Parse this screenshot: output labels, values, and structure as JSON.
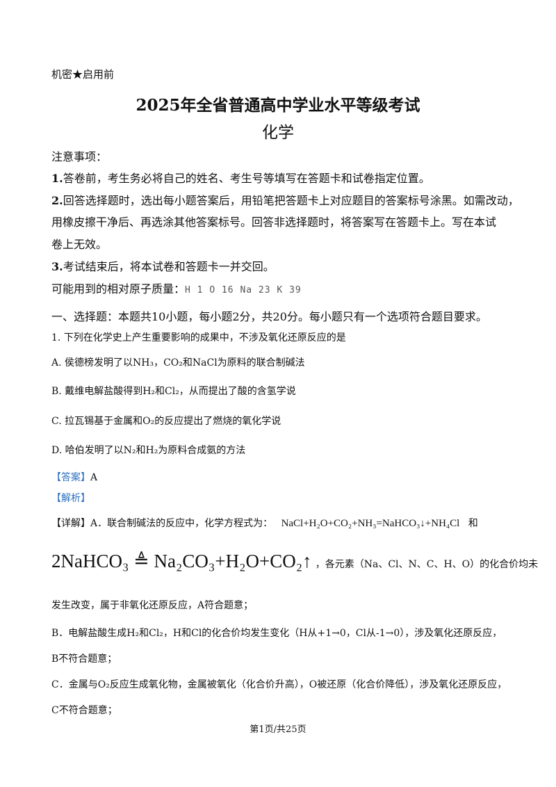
{
  "header": {
    "secret": "机密★启用前",
    "title": "2025年全省普通高中学业水平等级考试",
    "subject": "化学"
  },
  "notice": {
    "heading": "注意事项：",
    "item1_num": "1.",
    "item1": "答卷前，考生务必将自己的姓名、考生号等填写在答题卡和试卷指定位置。",
    "item2_num": "2.",
    "item2_l1": "回答选择题时，选出每小题答案后，用铅笔把答题卡上对应题目的答案标号涂黑。如需改动，",
    "item2_l2": "用橡皮擦干净后、再选涂其他答案标号。回答非选择题时，将答案写在答题卡上。写在本试",
    "item2_l3": "卷上无效。",
    "item3_num": "3.",
    "item3": "考试结束后，将本试卷和答题卡一并交回。",
    "atomic_label": "可能用到的相对原子质量：",
    "atomic_values": "H 1 O 16 Na 23 K 39"
  },
  "section1": {
    "intro": "一、选择题：本题共10小题，每小题2分，共20分。每小题只有一个选项符合题目要求。"
  },
  "question1": {
    "stem": "1. 下列在化学史上产生重要影响的成果中，不涉及氧化还原反应的是",
    "options": [
      "A. 侯德榜发明了以NH₃，CO₂和NaCl为原料的联合制碱法",
      "B. 戴维电解盐酸得到H₂和Cl₂，从而提出了酸的含氢学说",
      "C. 拉瓦锡基于金属和O₂的反应提出了燃烧的氧化学说",
      "D. 哈伯发明了以N₂和H₂为原料合成氨的方法"
    ],
    "answer_label": "【答案】",
    "answer": "A",
    "analysis_label": "【解析】",
    "detail_label": "【详解】",
    "detail_a_text": "A．联合制碱法的反应中，化学方程式为：",
    "detail_a_eq1": "NaCl+H₂O+CO₂+NH₃=NaHCO₃↓+NH₄Cl",
    "detail_a_and": "和",
    "detail_a_eq2": "2NaHCO₃ ≜ Na₂CO₃+H₂O+CO₂↑",
    "detail_a_after": "，各元素（Na、Cl、N、C、H、O）的化合价均未",
    "detail_a_end": "发生改变，属于非氧化还原反应，A符合题意；",
    "detail_b_l1": "B．电解盐酸生成H₂和Cl₂，H和Cl的化合价均发生变化（H从+1→0，Cl从-1→0），涉及氧化还原反应，",
    "detail_b_l2": "B不符合题意；",
    "detail_c_l1": "C．金属与O₂反应生成氧化物，金属被氧化（化合价升高），O被还原（化合价降低），涉及氧化还原反应，",
    "detail_c_l2": "C不符合题意；"
  },
  "footer": {
    "page": "第1页/共25页"
  }
}
